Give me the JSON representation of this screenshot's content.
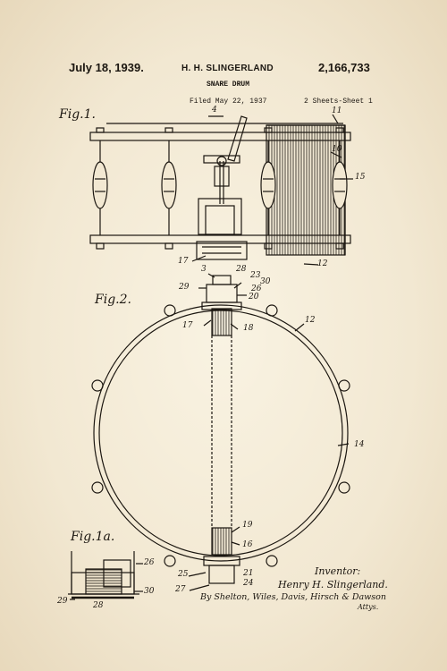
{
  "header": {
    "date": "July 18, 1939.",
    "inventor_name": "H. H. SLINGERLAND",
    "patent_number": "2,166,733",
    "title": "SNARE DRUM",
    "filed": "Filed May 22, 1937",
    "sheets": "2 Sheets-Sheet 1"
  },
  "figures": {
    "fig1": "Fig.1.",
    "fig2": "Fig.2.",
    "fig1a": "Fig.1a."
  },
  "reference_numerals": {
    "fig1_n4": "4",
    "fig1_n11": "11",
    "fig1_n10": "10",
    "fig1_n15": "15",
    "fig1_n17": "17",
    "fig1_n12": "12",
    "fig2_n3": "3",
    "fig2_n28": "28",
    "fig2_n23": "23",
    "fig2_n30": "30",
    "fig2_n29": "29",
    "fig2_n26": "26",
    "fig2_n20": "20",
    "fig2_n17": "17",
    "fig2_n18": "18",
    "fig2_n12": "12",
    "fig2_n14": "14",
    "fig2_n19": "19",
    "fig2_n16": "16",
    "fig2_n25": "25",
    "fig2_n21": "21",
    "fig2_n24": "24",
    "fig2_n27": "27",
    "fig1a_n26": "26",
    "fig1a_n30": "30",
    "fig1a_n29": "29",
    "fig1a_n28": "28"
  },
  "signature": {
    "inventor_label": "Inventor:",
    "inventor": "Henry H. Slingerland.",
    "by": "By Shelton, Wiles, Davis, Hirsch & Dawson",
    "attys": "Attys."
  }
}
